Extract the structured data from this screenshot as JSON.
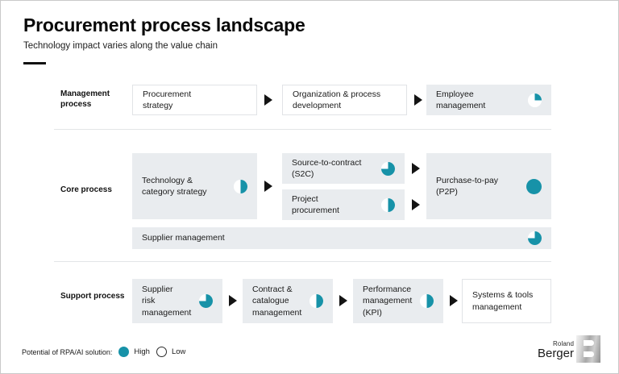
{
  "header": {
    "title": "Procurement process landscape",
    "subtitle": "Technology impact varies along the value chain"
  },
  "rows": {
    "management": {
      "label": "Management\nprocess",
      "boxes": [
        {
          "label": "Procurement\nstrategy",
          "style": "white",
          "pie": "none"
        },
        {
          "label": "Organization & process\ndevelopment",
          "style": "white",
          "pie": "none"
        },
        {
          "label": "Employee\nmanagement",
          "style": "gray",
          "pie": "q25"
        }
      ]
    },
    "core": {
      "label": "Core\nprocess",
      "boxes": [
        {
          "label": "Technology &\ncategory strategy",
          "style": "gray",
          "pie": "q50"
        },
        {
          "label": "Source-to-contract\n(S2C)",
          "style": "gray",
          "pie": "q75"
        },
        {
          "label": "Project\nprocurement",
          "style": "gray",
          "pie": "q50"
        },
        {
          "label": "Purchase-to-pay\n(P2P)",
          "style": "gray",
          "pie": "full"
        }
      ],
      "band": {
        "label": "Supplier management",
        "style": "gray",
        "pie": "q75"
      }
    },
    "support": {
      "label": "Support\nprocess",
      "boxes": [
        {
          "label": "Supplier\nrisk\nmanagement",
          "style": "gray",
          "pie": "q75"
        },
        {
          "label": "Contract &\ncatalogue\nmanagement",
          "style": "gray",
          "pie": "q50"
        },
        {
          "label": "Performance\nmanagement\n(KPI)",
          "style": "gray",
          "pie": "q50"
        },
        {
          "label": "Systems & tools\nmanagement",
          "style": "white",
          "pie": "none"
        }
      ]
    }
  },
  "legend": {
    "label": "Potential of RPA/AI solution:",
    "items": [
      {
        "marker": "high-dot",
        "text": "High"
      },
      {
        "marker": "low-dot",
        "text": "Low"
      }
    ]
  },
  "logo": {
    "line1": "Roland",
    "line2": "Berger"
  },
  "colors": {
    "accent_teal": "#1792a8",
    "box_gray": "#e9ecef",
    "divider": "#e3e5e7",
    "text": "#1a1a1a"
  }
}
